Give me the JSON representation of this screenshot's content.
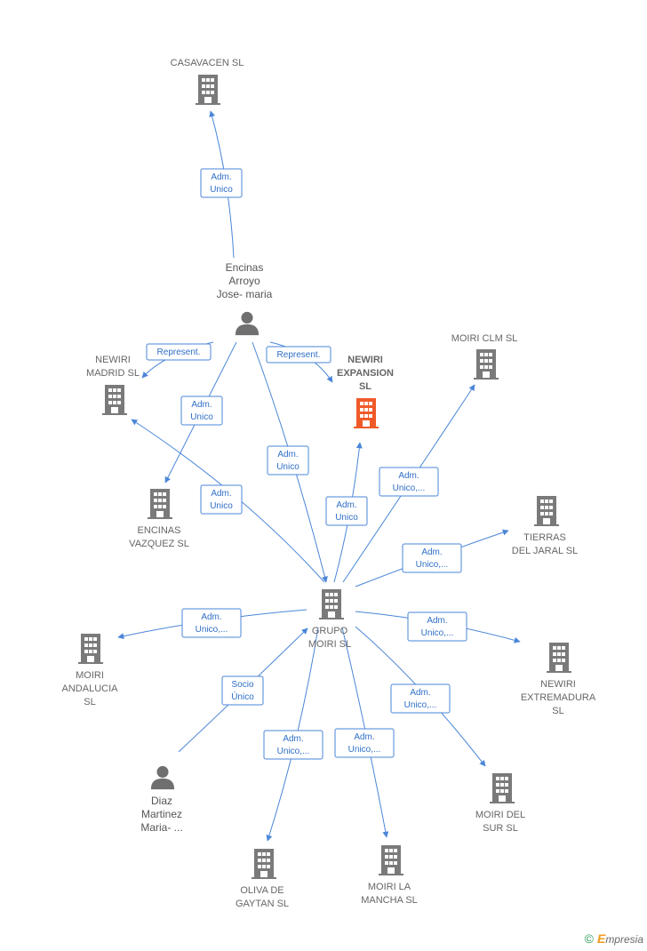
{
  "nodes": [
    {
      "id": "casavacen",
      "type": "company",
      "lines": [
        "CASAVACEN SL"
      ]
    },
    {
      "id": "encinas_arroyo",
      "type": "person",
      "lines": [
        "Encinas",
        "Arroyo",
        "Jose- maria"
      ]
    },
    {
      "id": "newiri_madrid",
      "type": "company",
      "lines": [
        "NEWIRI",
        "MADRID SL"
      ]
    },
    {
      "id": "newiri_expansion",
      "type": "company",
      "highlight": true,
      "lines": [
        "NEWIRI",
        "EXPANSION",
        "SL"
      ]
    },
    {
      "id": "moiri_clm",
      "type": "company",
      "lines": [
        "MOIRI CLM SL"
      ]
    },
    {
      "id": "encinas_vazquez",
      "type": "company",
      "lines": [
        "ENCINAS",
        "VAZQUEZ SL"
      ]
    },
    {
      "id": "tierras_jaral",
      "type": "company",
      "lines": [
        "TIERRAS",
        "DEL JARAL  SL"
      ]
    },
    {
      "id": "grupo_moiri",
      "type": "company",
      "lines": [
        "GRUPO",
        "MOIRI  SL"
      ]
    },
    {
      "id": "moiri_andalucia",
      "type": "company",
      "lines": [
        "MOIRI",
        "ANDALUCIA",
        "SL"
      ]
    },
    {
      "id": "newiri_extremadura",
      "type": "company",
      "lines": [
        "NEWIRI",
        "EXTREMADURA",
        "SL"
      ]
    },
    {
      "id": "diaz_martinez",
      "type": "person",
      "lines": [
        "Diaz",
        "Martinez",
        "Maria- ..."
      ]
    },
    {
      "id": "moiri_del_sur",
      "type": "company",
      "lines": [
        "MOIRI DEL",
        "SUR  SL"
      ]
    },
    {
      "id": "oliva_gaytan",
      "type": "company",
      "lines": [
        "OLIVA DE",
        "GAYTAN  SL"
      ]
    },
    {
      "id": "moiri_la_mancha",
      "type": "company",
      "lines": [
        "MOIRI LA",
        "MANCHA  SL"
      ]
    }
  ],
  "edges": [
    {
      "from": "encinas_arroyo",
      "to": "casavacen",
      "lines": [
        "Adm.",
        "Unico"
      ]
    },
    {
      "from": "encinas_arroyo",
      "to": "newiri_madrid",
      "lines": [
        "Represent."
      ]
    },
    {
      "from": "encinas_arroyo",
      "to": "newiri_expansion",
      "lines": [
        "Represent."
      ]
    },
    {
      "from": "encinas_arroyo",
      "to": "encinas_vazquez",
      "lines": [
        "Adm.",
        "Unico"
      ]
    },
    {
      "from": "encinas_arroyo",
      "to": "grupo_moiri",
      "lines": [
        "Adm.",
        "Unico"
      ]
    },
    {
      "from": "grupo_moiri",
      "to": "newiri_madrid",
      "lines": [
        "Adm.",
        "Unico"
      ]
    },
    {
      "from": "grupo_moiri",
      "to": "newiri_expansion",
      "lines": [
        "Adm.",
        "Unico"
      ]
    },
    {
      "from": "grupo_moiri",
      "to": "moiri_clm",
      "lines": [
        "Adm.",
        "Unico,..."
      ]
    },
    {
      "from": "grupo_moiri",
      "to": "tierras_jaral",
      "lines": [
        "Adm.",
        "Unico,..."
      ]
    },
    {
      "from": "grupo_moiri",
      "to": "moiri_andalucia",
      "lines": [
        "Adm.",
        "Unico,..."
      ]
    },
    {
      "from": "grupo_moiri",
      "to": "newiri_extremadura",
      "lines": [
        "Adm.",
        "Unico,..."
      ]
    },
    {
      "from": "diaz_martinez",
      "to": "grupo_moiri",
      "lines": [
        "Socio",
        "Único"
      ]
    },
    {
      "from": "grupo_moiri",
      "to": "moiri_del_sur",
      "lines": [
        "Adm.",
        "Unico,..."
      ]
    },
    {
      "from": "grupo_moiri",
      "to": "oliva_gaytan",
      "lines": [
        "Adm.",
        "Unico,..."
      ]
    },
    {
      "from": "grupo_moiri",
      "to": "moiri_la_mancha",
      "lines": [
        "Adm.",
        "Unico,..."
      ]
    }
  ],
  "colors": {
    "company_icon": "#7a7a7a",
    "highlight_icon": "#f05a28",
    "person_icon": "#6f6f6f",
    "edge": "#4a86d8"
  },
  "watermark": {
    "symbol": "©",
    "brand_initial": "E",
    "brand_rest": "mpresia"
  }
}
